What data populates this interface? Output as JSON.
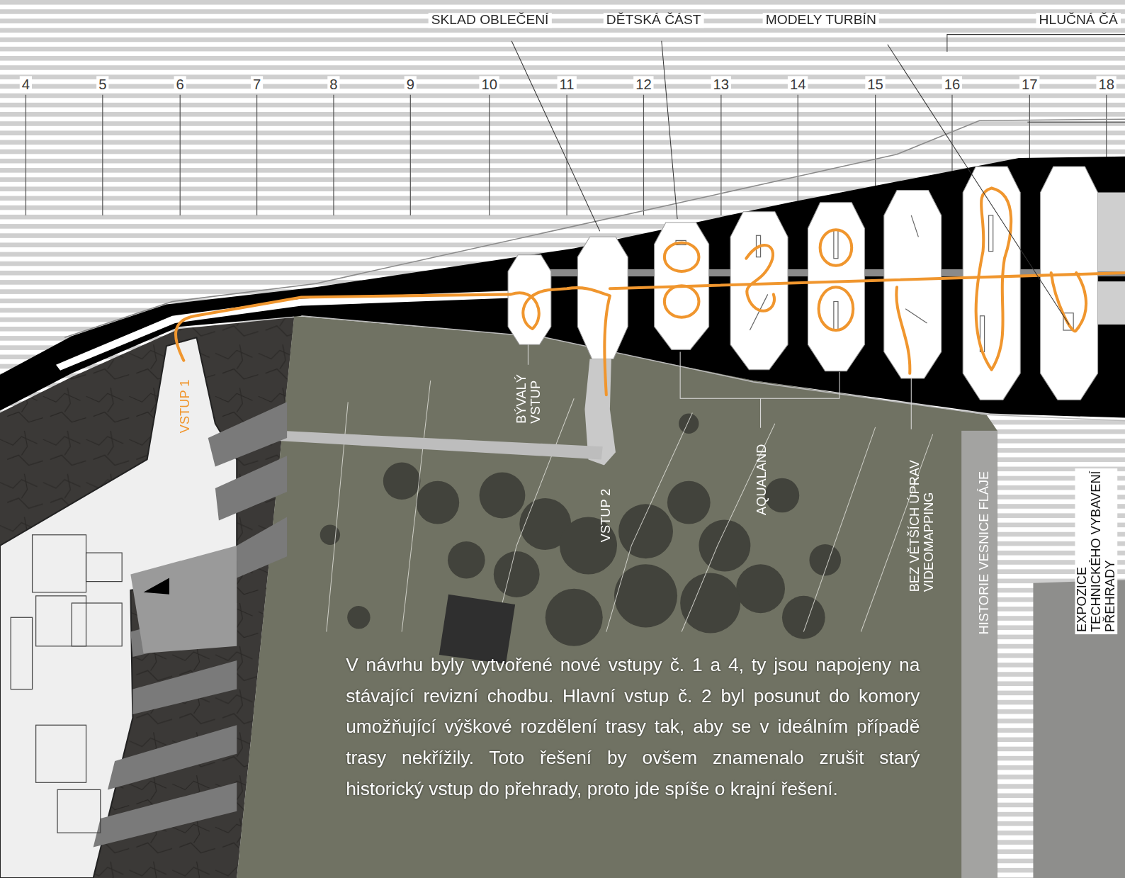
{
  "diagram": {
    "labels": [
      "SKLAD OBLEČENÍ",
      "DĚTSKÁ ČÁST",
      "MODELY TURBÍN",
      "HLUČNÁ ČÁ",
      "4",
      "5",
      "6",
      "7",
      "8",
      "9",
      "10",
      "11",
      "12",
      "13",
      "14",
      "15",
      "16",
      "17",
      "18",
      "VSTUP 1",
      "BÝVALÝ VSTUP",
      "VSTUP 2",
      "AQUALAND",
      "BEZ VĚTŠÍCH ÚPRAV VIDEOMAPPING",
      "HISTORIE VESNICE FLÁJE",
      "EXPOZICE TECHNICKÉHO VYBAVENÍ PŘEHRADY",
      "V návrhu byly vytvořené nové vstupy č. 1 a 4, ty jsou napojeny na stávající revizní chodbu. Hlavní vstup č. 2 byl posunut do komory umožňující výškové rozdělení trasy tak, aby se v ideálním případě trasy nekřížily. Toto řešení by ovšem znamenalo zrušit starý historický vstup do přehrady, proto jde spíše o krajní řešení."
    ]
  }
}
